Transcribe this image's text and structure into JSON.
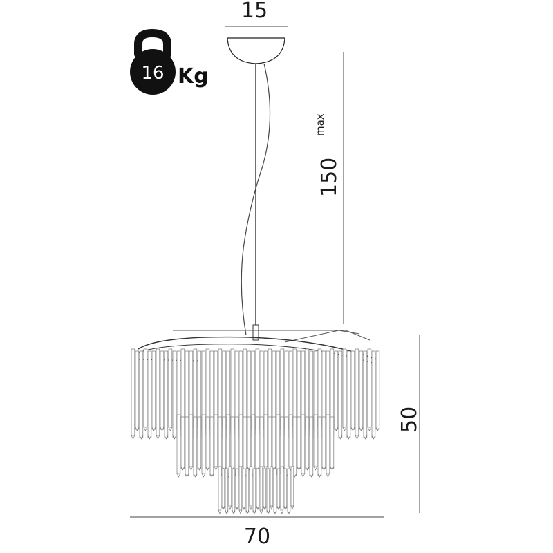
{
  "weight": {
    "value": "16",
    "unit": "Kg",
    "icon": "kettlebell-icon"
  },
  "dimensions": {
    "canopy_width": "15",
    "cable_length": "150",
    "cable_length_suffix": "max",
    "height": "50",
    "width": "70"
  }
}
